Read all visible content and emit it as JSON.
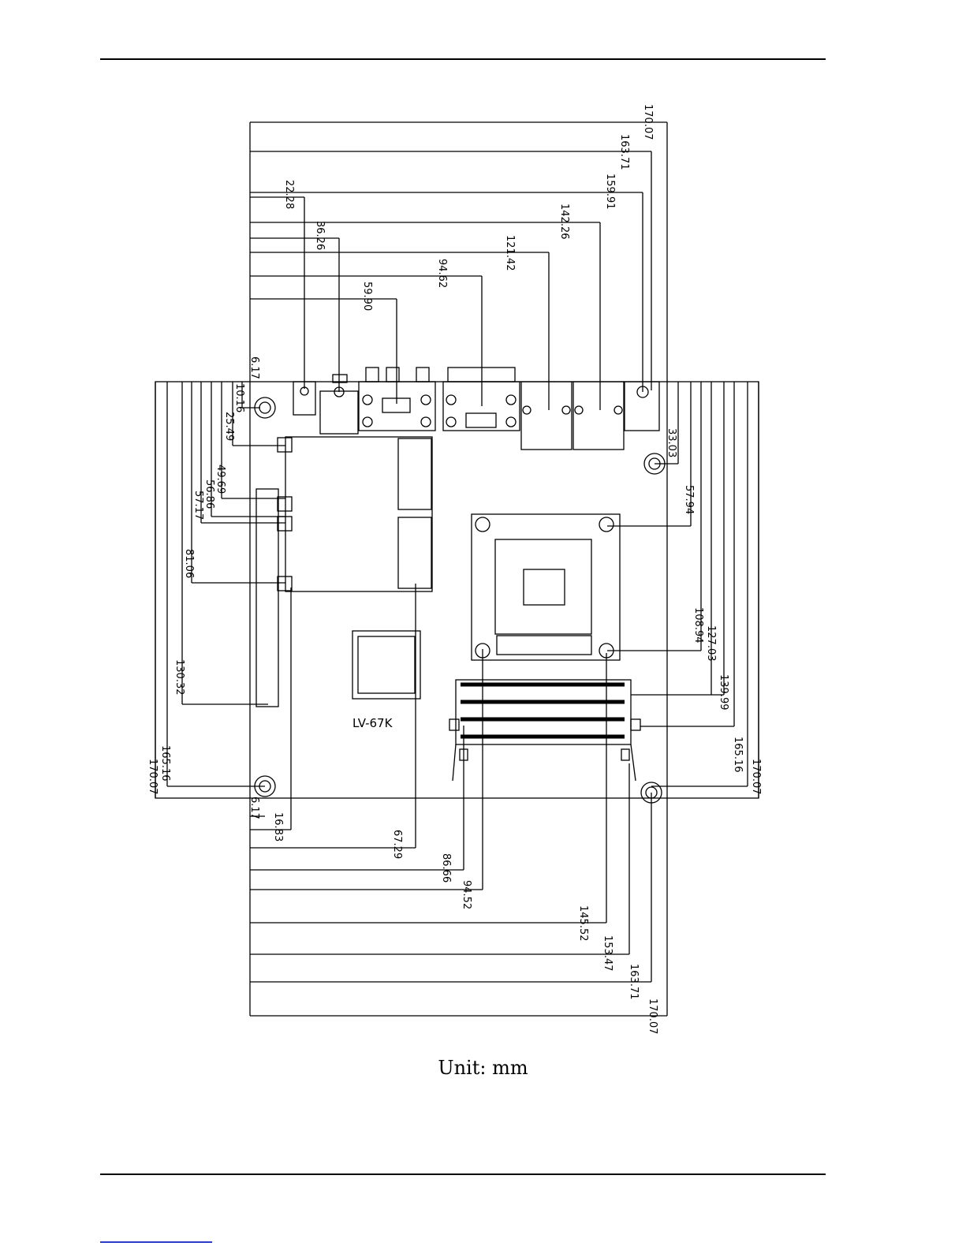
{
  "caption": "Unit: mm",
  "chip_label": "LV-67K",
  "dims": {
    "top_ref_6_17": "6.17",
    "top_22_28": "22.28",
    "top_36_26": "36.26",
    "top_59_90": "59.90",
    "top_94_62": "94.62",
    "top_121_42": "121.42",
    "top_142_26": "142.26",
    "top_159_91": "159.91",
    "top_163_71": "163.71",
    "top_170_07": "170.07",
    "left_10_16": "10.16",
    "left_25_49": "25.49",
    "left_49_69": "49.69",
    "left_56_86": "56.86",
    "left_57_17": "57.17",
    "left_81_06": "81.06",
    "left_130_32": "130.32",
    "left_165_16": "165.16",
    "left_170_07": "170.07",
    "right_33_03": "33.03",
    "right_57_94": "57.94",
    "right_108_94": "108.94",
    "right_127_03": "127.03",
    "right_139_99": "139.99",
    "right_165_16": "165.16",
    "right_170_07": "170.07",
    "bot_6_17": "6.17",
    "bot_16_83": "16.83",
    "bot_67_29": "67.29",
    "bot_86_66": "86.66",
    "bot_94_52": "94.52",
    "bot_145_52": "145.52",
    "bot_153_47": "153.47",
    "bot_163_71": "163.71",
    "bot_170_07": "170.07"
  }
}
